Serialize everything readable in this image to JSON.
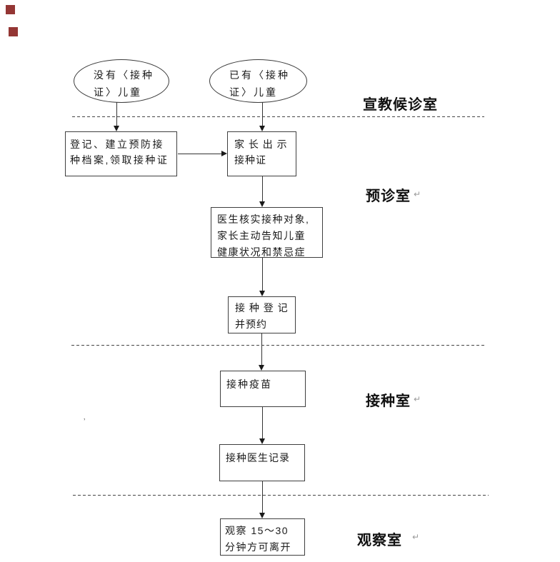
{
  "document": {
    "type": "vaccination-workflow-flowchart",
    "background": "#ffffff"
  },
  "ellipses": [
    {
      "id": "no-cert",
      "text": "没有〈接种\n证〉儿童"
    },
    {
      "id": "has-cert",
      "text": "已有〈接种\n证〉儿童"
    }
  ],
  "boxes": [
    {
      "id": "registration",
      "text": "登记、建立预防接\n种档案,领取接种证"
    },
    {
      "id": "show-certificate",
      "text": "家 长 出 示\n接种证"
    },
    {
      "id": "doctor-verification",
      "text": "医生核实接种对象,\n家长主动告知儿童\n健康状况和禁忌症"
    },
    {
      "id": "vaccination-register",
      "text": "接 种 登 记\n并预约"
    },
    {
      "id": "vaccinate",
      "text": "接种疫苗"
    },
    {
      "id": "doctor-record",
      "text": "接种医生记录"
    },
    {
      "id": "observe",
      "text": "观察 15～30\n分钟方可离开"
    }
  ],
  "zones": [
    {
      "id": "education-waiting-room",
      "label": "宣教候诊室"
    },
    {
      "id": "pre-examination-room",
      "label": "预诊室"
    },
    {
      "id": "vaccination-room",
      "label": "接种室"
    },
    {
      "id": "observation-room",
      "label": "观察室"
    }
  ],
  "marks": {
    "return_glyph": "↵",
    "stray_glyph": "ʼ"
  },
  "colors": {
    "line": "#333333",
    "box_border": "#3f3f3f",
    "text": "#1a1a1a",
    "red_marker": "#943634"
  }
}
